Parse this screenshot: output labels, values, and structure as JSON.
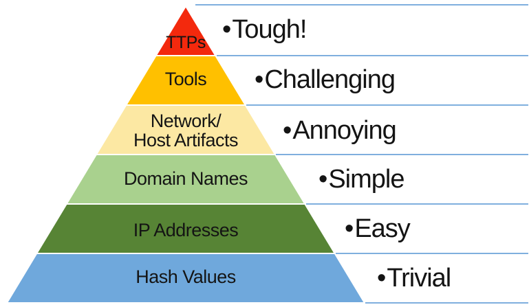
{
  "bullet": "•",
  "colors": {
    "divider_line": "#7FAFDE",
    "text": "#141414",
    "background": "#FFFFFF"
  },
  "levels": [
    {
      "name": "TTPs",
      "color": "#F3290D",
      "difficulty": "Tough!"
    },
    {
      "name": "Tools",
      "color": "#FFC000",
      "difficulty": "Challenging"
    },
    {
      "name": "Network/\nHost Artifacts",
      "color": "#FCE8A3",
      "difficulty": "Annoying"
    },
    {
      "name": "Domain Names",
      "color": "#A9D18E",
      "difficulty": "Simple"
    },
    {
      "name": "IP Addresses",
      "color": "#578435",
      "difficulty": "Easy"
    },
    {
      "name": "Hash Values",
      "color": "#6FA8DC",
      "difficulty": "Trivial"
    }
  ]
}
